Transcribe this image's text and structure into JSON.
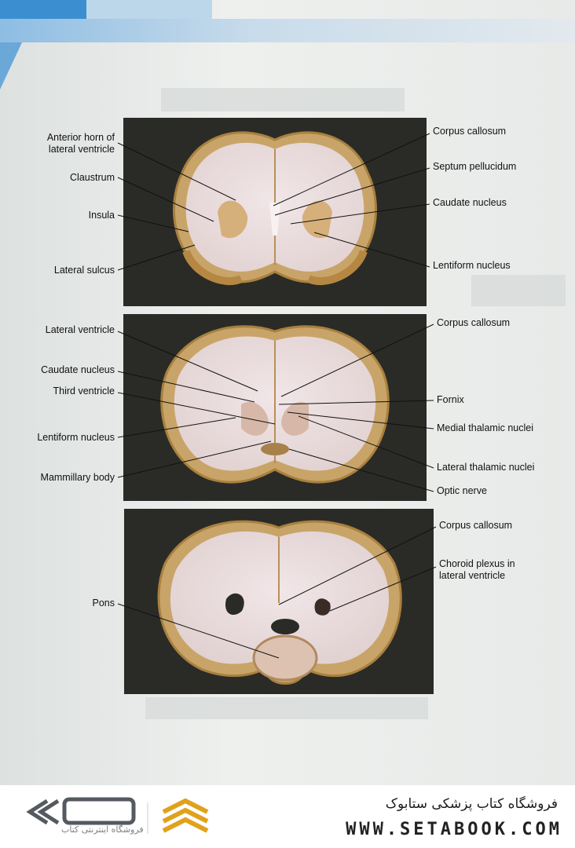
{
  "panels": [
    {
      "name": "coronal-section-1",
      "left_labels": [
        "Anterior horn of\nlateral ventricle",
        "Claustrum",
        "Insula",
        "Lateral sulcus"
      ],
      "right_labels": [
        "Corpus callosum",
        "Septum pellucidum",
        "Caudate nucleus",
        "Lentiform nucleus"
      ]
    },
    {
      "name": "coronal-section-2",
      "left_labels": [
        "Lateral ventricle",
        "Caudate nucleus",
        "Third ventricle",
        "Lentiform nucleus",
        "Mammillary body"
      ],
      "right_labels": [
        "Corpus callosum",
        "Fornix",
        "Medial thalamic nuclei",
        "Lateral thalamic nuclei",
        "Optic nerve"
      ]
    },
    {
      "name": "coronal-section-3",
      "left_labels": [
        "Pons"
      ],
      "right_labels": [
        "Corpus callosum",
        "Choroid plexus in\nlateral ventricle"
      ]
    }
  ],
  "footer": {
    "shop_name": "فروشگاه کتاب پزشکی ستابوک",
    "url": "WWW.SETABOOK.COM",
    "logo_caption": "فروشگاه اینترنتی کتاب"
  },
  "colors": {
    "panel_bg": "#2a2b26",
    "white_matter": "#e9dfe1",
    "gray_matter": "#c9a468",
    "url_accent": "#e0a21c"
  }
}
